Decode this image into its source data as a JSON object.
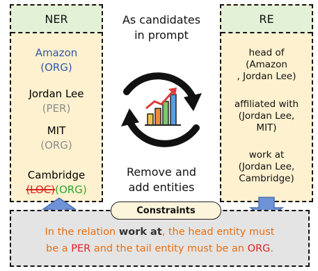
{
  "ner": {
    "title": "NER",
    "entities": [
      {
        "name": "Amazon",
        "type": "(ORG)"
      },
      {
        "name": "Jordan Lee",
        "type": "(PER)"
      },
      {
        "name": "MIT",
        "type": "(ORG)"
      },
      {
        "name": "Cambridge",
        "old_type": "(LOC)",
        "type": "(ORG)"
      }
    ]
  },
  "re": {
    "title": "RE",
    "relations": [
      {
        "lines": [
          "head of",
          "(Amazon",
          ", Jordan Lee)"
        ]
      },
      {
        "lines": [
          "affiliated with",
          "(Jordan Lee,",
          "MIT)"
        ]
      },
      {
        "lines": [
          "work at",
          "(Jordan Lee,",
          "Cambridge)"
        ]
      }
    ]
  },
  "middle": {
    "top_text": [
      "As candidates",
      "in prompt"
    ],
    "bottom_text": [
      "Remove and",
      "add entities"
    ]
  },
  "constraints": {
    "label": "Constraints",
    "line1_a": "In the relation ",
    "line1_b": "work at",
    "line1_c": ", the head entity must",
    "line2_a": "be a ",
    "line2_b": "PER",
    "line2_c": " and the tail entity must be an ",
    "line2_d": "ORG",
    "line2_e": "."
  },
  "colors": {
    "panel_fill": "#fdf1cf",
    "header_fill": "#e3f1d6",
    "constraint_text": "#e86f12",
    "arrow_fill": "#6e93d6",
    "highlight_red": "#e02020",
    "entity_blue": "#3557a8",
    "type_gray": "#8c8c8c",
    "type_green": "#2fa52f"
  },
  "icons": [
    "cycle-arrows-icon",
    "growth-chart-icon",
    "up-arrow-icon",
    "down-arrow-icon"
  ]
}
